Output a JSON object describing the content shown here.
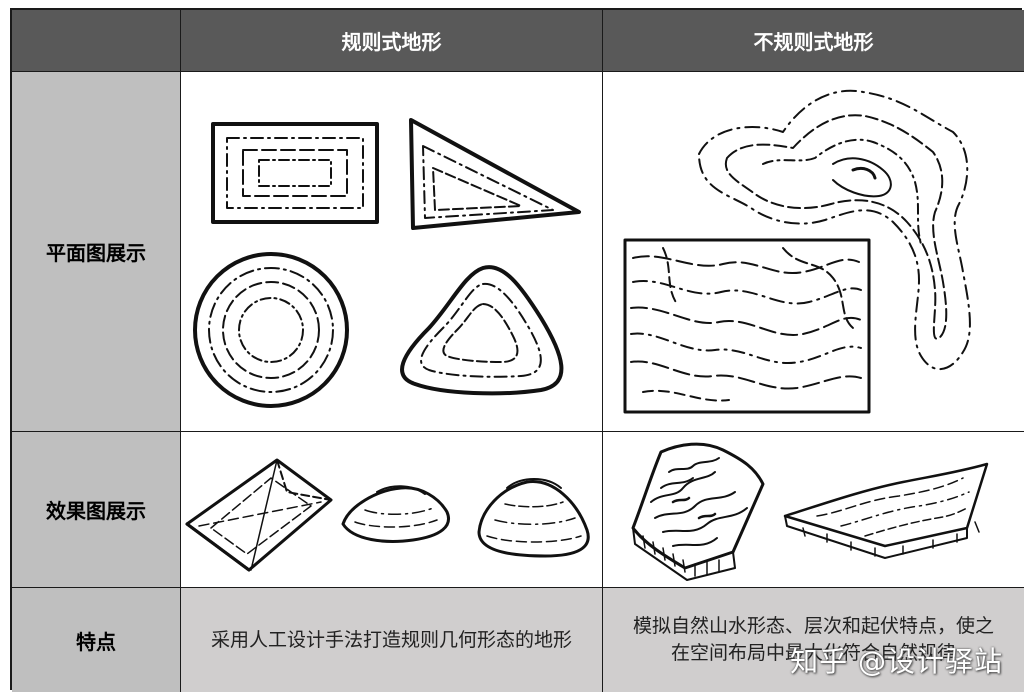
{
  "header": {
    "corner": "",
    "col_regular": "规则式地形",
    "col_irregular": "不规则式地形"
  },
  "rows": {
    "plan_label": "平面图展示",
    "effect_label": "效果图展示",
    "feature_label": "特点"
  },
  "features": {
    "regular": "采用人工设计手法打造规则几何形态的地形",
    "irregular": "模拟自然山水形态、层次和起伏特点，使之在空间布局中最大化符合自然规律"
  },
  "watermark": "知乎 @设计驿站",
  "colors": {
    "header_bg": "#595959",
    "label_bg": "#bfbfbf",
    "feature_bg": "#d0cece",
    "border": "#1a1a1a"
  }
}
